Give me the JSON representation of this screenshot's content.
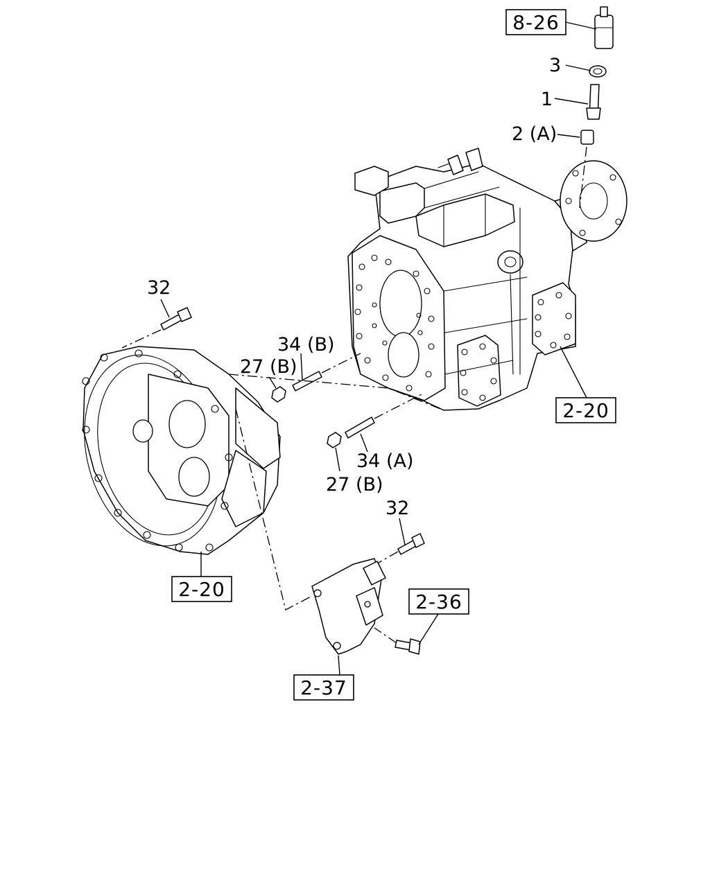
{
  "diagram": {
    "reference_boxes": {
      "sensor_ref": "8-26",
      "transmission_cover_ref": "2-20",
      "clutch_housing_ref": "2-20",
      "bracket_bolt_ref": "2-36",
      "bracket_ref": "2-37"
    },
    "callouts": {
      "washer": "3",
      "pipe": "1",
      "adapter": "2 (A)",
      "bolt_top": "32",
      "stud_b": "34 (B)",
      "nut_b_upper": "27 (B)",
      "stud_a": "34 (A)",
      "nut_b_lower": "27 (B)",
      "bolt_bracket": "32"
    }
  }
}
